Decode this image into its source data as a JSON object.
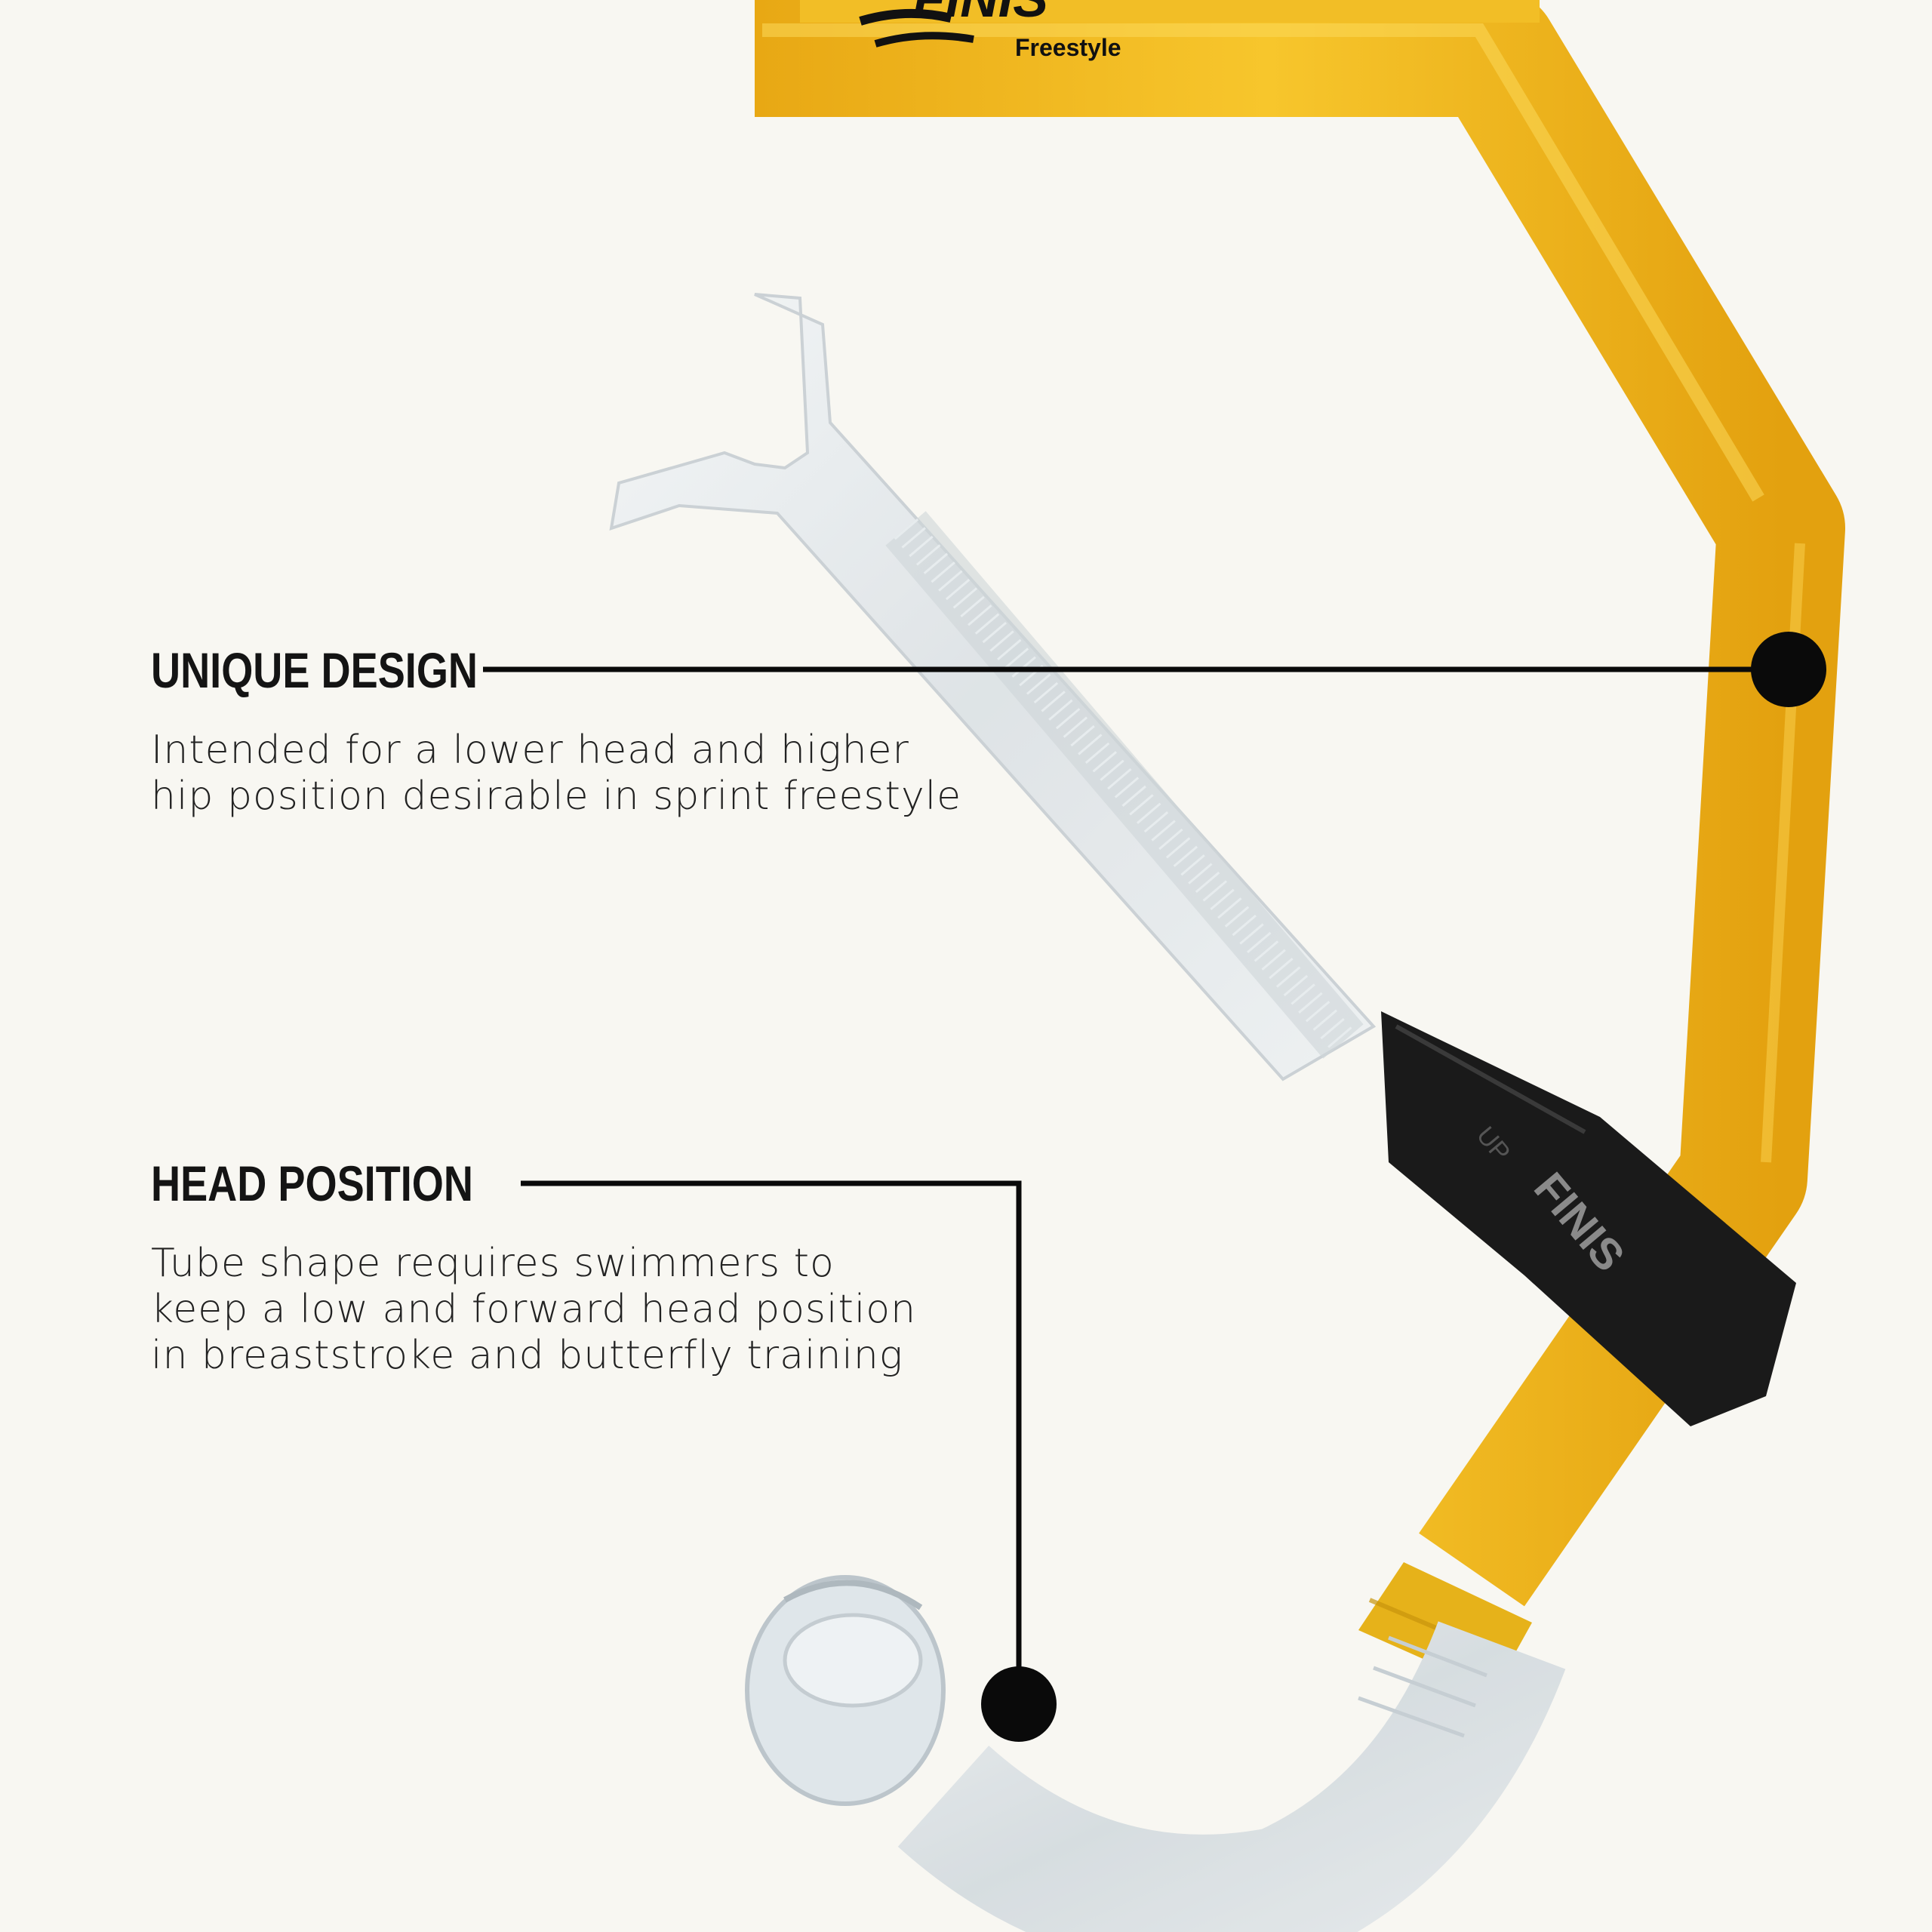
{
  "product": {
    "brand_logo_text": "FINIS",
    "model_text": "Freestyle",
    "clip_logo_text": "FINIS",
    "clip_up_text": "UP"
  },
  "callouts": [
    {
      "title": "UNIQUE DESIGN",
      "description_lines": [
        "Intended for a lower head and higher",
        "hip position desirable in sprint freestyle"
      ]
    },
    {
      "title": "HEAD POSITION",
      "description_lines": [
        "Tube shape requires swimmers to",
        "keep a low and forward head position",
        "in breaststroke and butterfly training"
      ]
    }
  ],
  "colors": {
    "background": "#f8f7f2",
    "tube_yellow": "#f0b820",
    "clip_black": "#1a1a1a",
    "leader_line": "#0a0a0a"
  }
}
